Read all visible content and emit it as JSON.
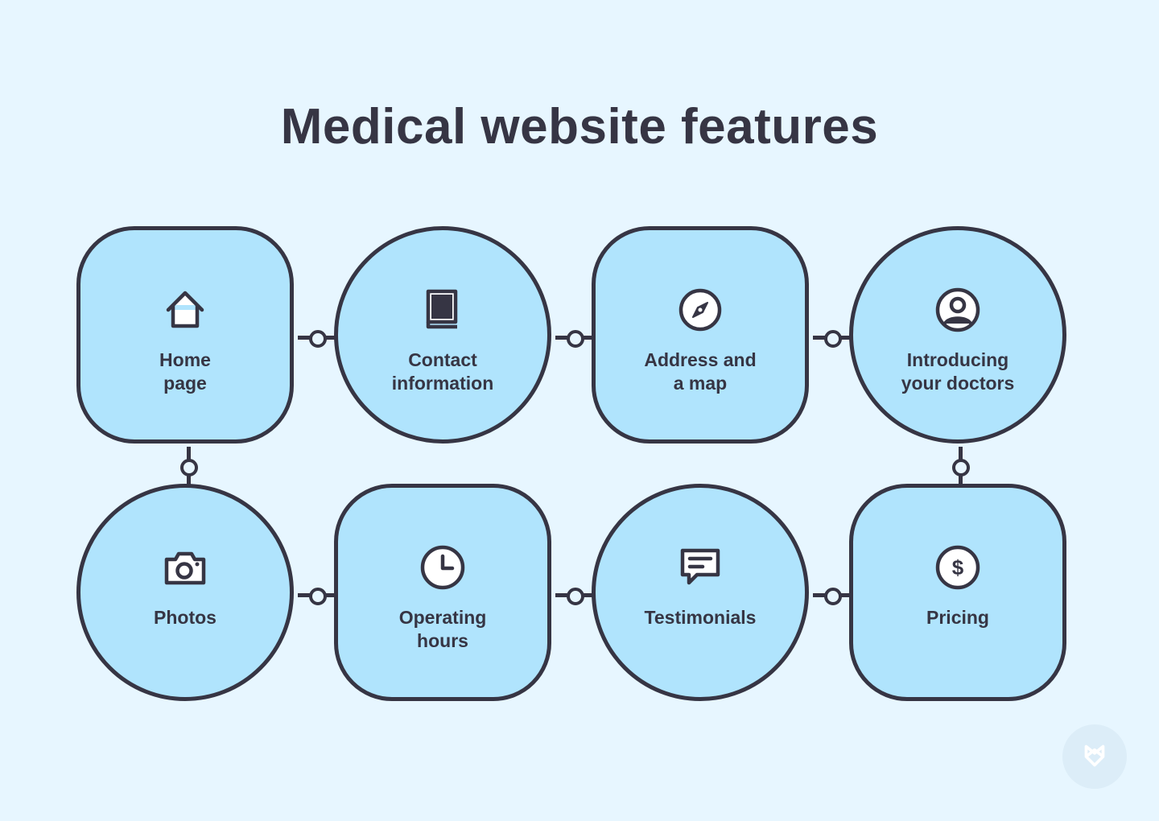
{
  "title": "Medical website features",
  "colors": {
    "background": "#e7f6ff",
    "node_fill": "#b0e4fd",
    "stroke": "#363544"
  },
  "features": [
    {
      "label_line1": "Home",
      "label_line2": "page",
      "icon": "home-icon"
    },
    {
      "label_line1": "Contact",
      "label_line2": "information",
      "icon": "book-icon"
    },
    {
      "label_line1": "Address and",
      "label_line2": "a map",
      "icon": "compass-icon"
    },
    {
      "label_line1": "Introducing",
      "label_line2": "your doctors",
      "icon": "user-circle-icon"
    },
    {
      "label_line1": "Photos",
      "label_line2": "",
      "icon": "camera-icon"
    },
    {
      "label_line1": "Operating",
      "label_line2": "hours",
      "icon": "clock-icon"
    },
    {
      "label_line1": "Testimonials",
      "label_line2": "",
      "icon": "chat-icon"
    },
    {
      "label_line1": "Pricing",
      "label_line2": "",
      "icon": "dollar-icon"
    }
  ],
  "pricing_symbol": "$",
  "logo": "brand-logo-icon"
}
